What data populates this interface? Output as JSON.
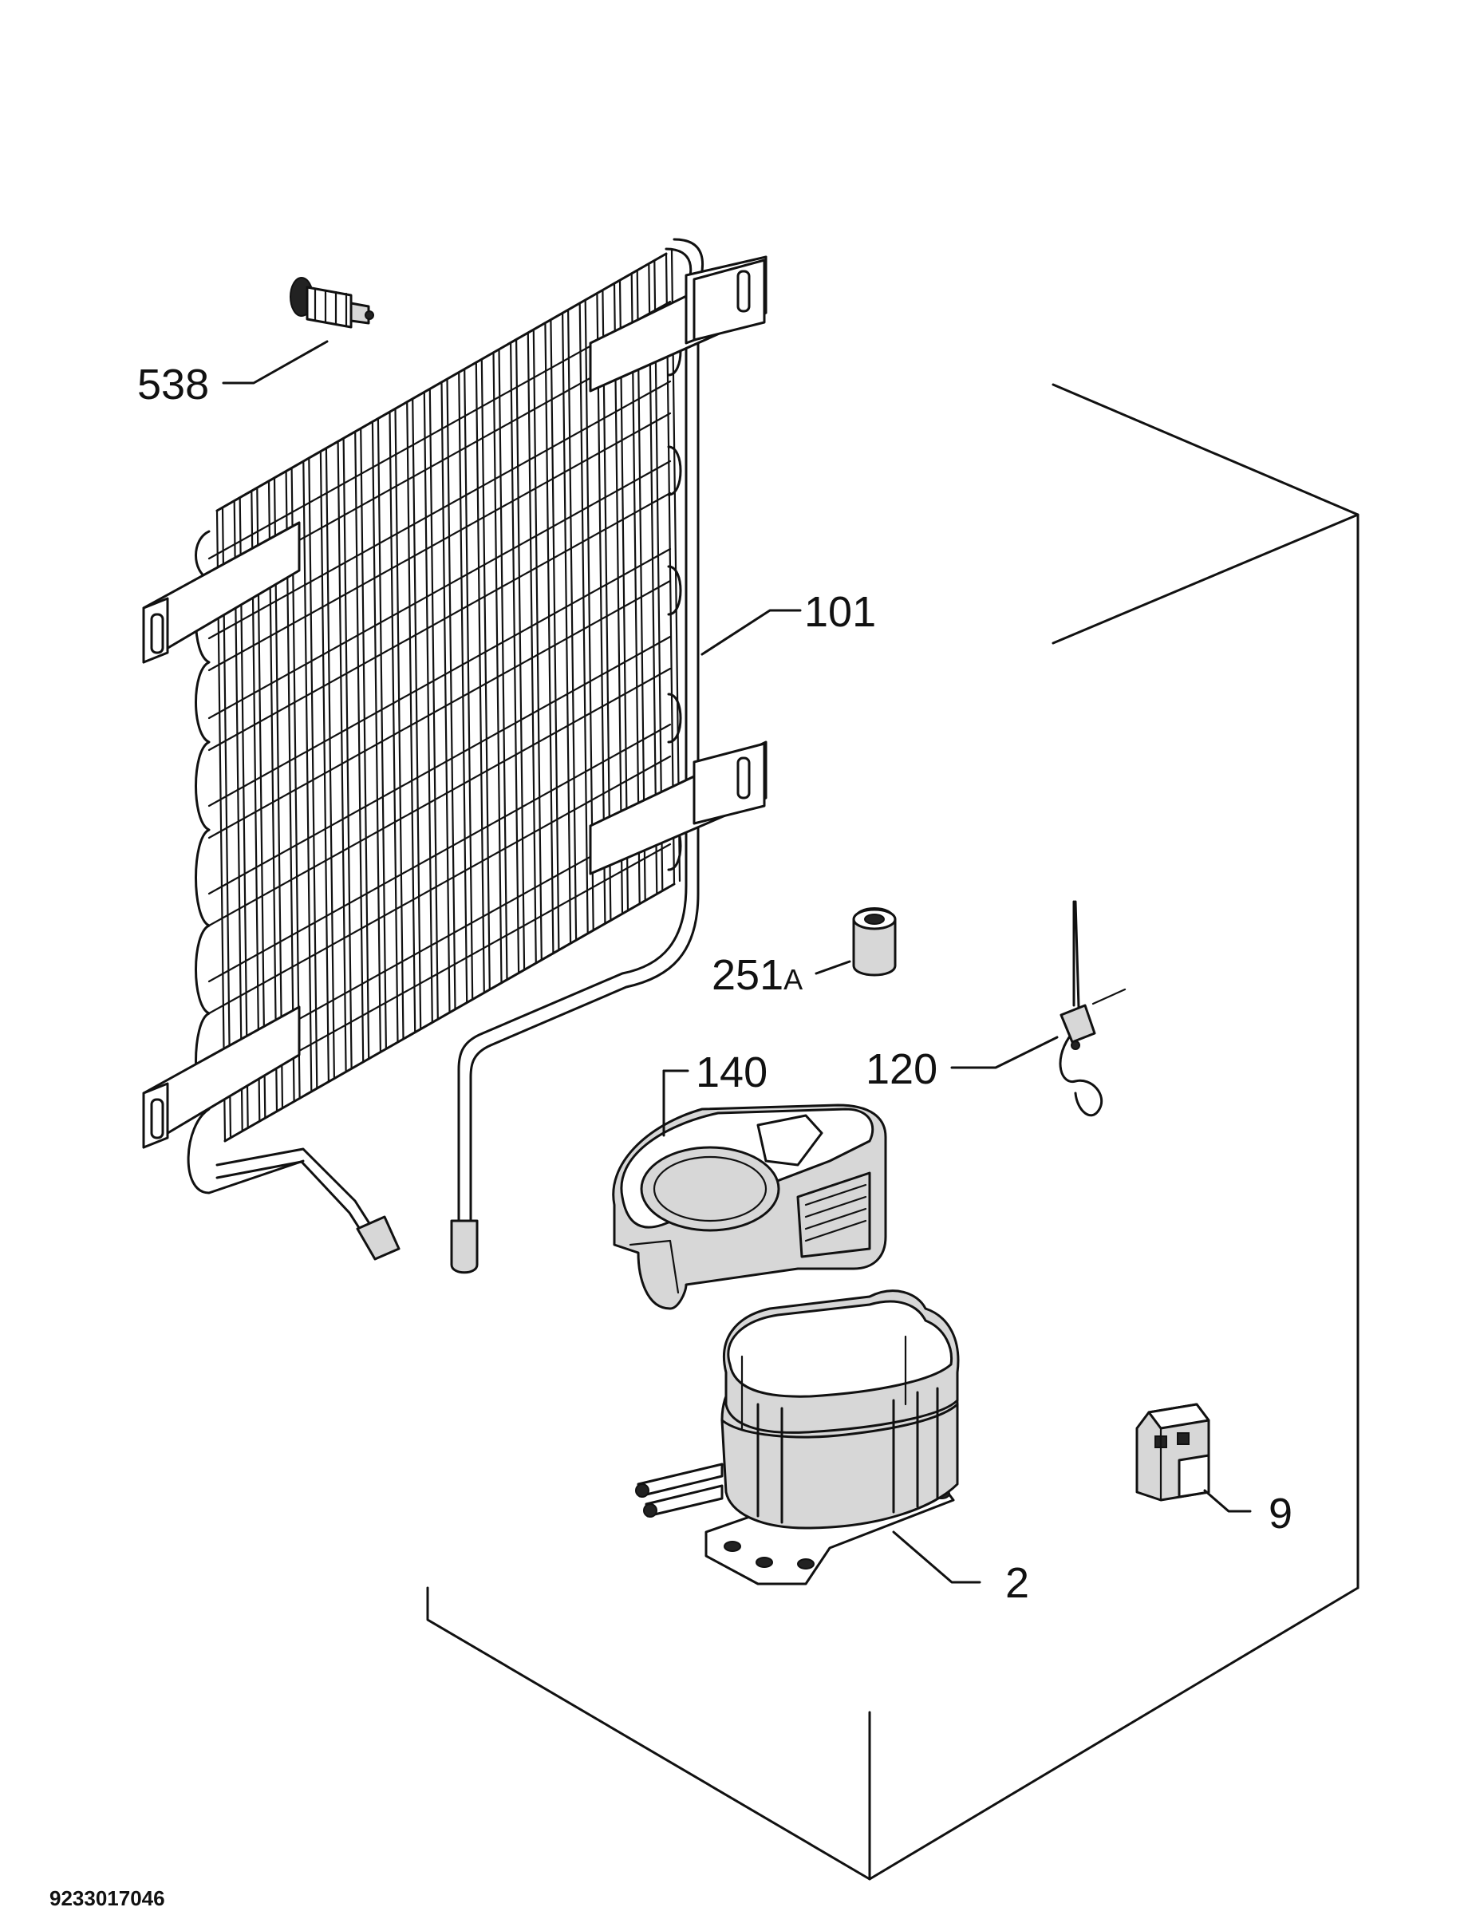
{
  "diagram": {
    "part_labels": {
      "p538": "538",
      "p101": "101",
      "p251a_num": "251",
      "p251a_suffix": "A",
      "p140": "140",
      "p120": "120",
      "p2": "2",
      "p9": "9"
    },
    "drawing_code": "9233017046"
  }
}
